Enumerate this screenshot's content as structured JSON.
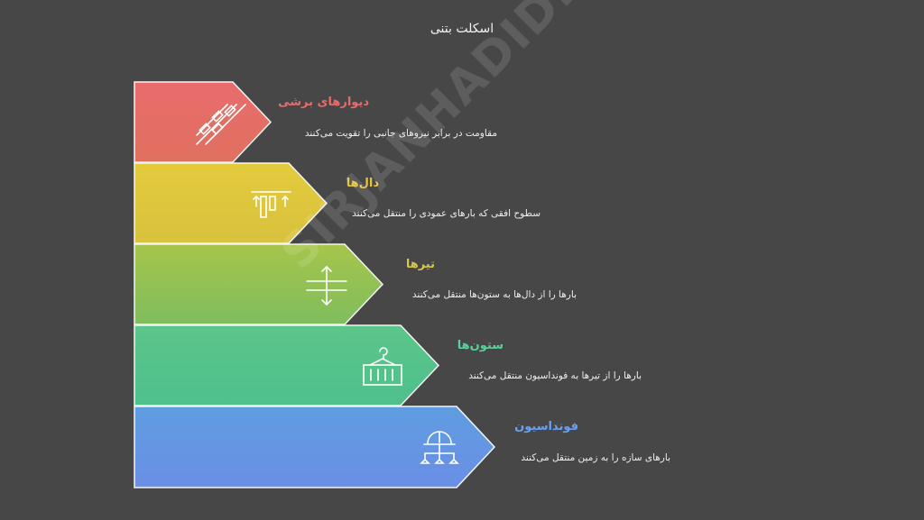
{
  "title": "اسکلت بتنی",
  "watermark": "SIRJANHADID.COM",
  "layers": [
    {
      "heading": "دیوارهای برشی",
      "description": "مقاومت در برابر نیروهای جانبی را تقویت می‌کنند",
      "icon": "shear-wall-icon",
      "color_top": "#e86c6c",
      "color_bottom": "#e0705f",
      "heading_color": "#e86c6c"
    },
    {
      "heading": "دال‌ها",
      "description": "سطوح افقی که بارهای عمودی را منتقل می‌کنند",
      "icon": "slab-icon",
      "color_top": "#e3cb3c",
      "color_bottom": "#d8c23e",
      "heading_color": "#e6c53a"
    },
    {
      "heading": "تیرها",
      "description": "بارها را از دال‌ها به ستون‌ها منتقل می‌کنند",
      "icon": "beam-icon",
      "color_top": "#a6c54b",
      "color_bottom": "#7fbd5d",
      "heading_color": "#d5c84a"
    },
    {
      "heading": "ستون‌ها",
      "description": "بارها را از تیرها به فونداسیون منتقل می‌کنند",
      "icon": "column-icon",
      "color_top": "#5cc68a",
      "color_bottom": "#4fbf8c",
      "heading_color": "#59d19a"
    },
    {
      "heading": "فونداسیون",
      "description": "بارهای سازه را به زمین منتقل می‌کنند",
      "icon": "foundation-icon",
      "color_top": "#5f9de0",
      "color_bottom": "#6a8fe6",
      "heading_color": "#6aa0f0"
    }
  ]
}
